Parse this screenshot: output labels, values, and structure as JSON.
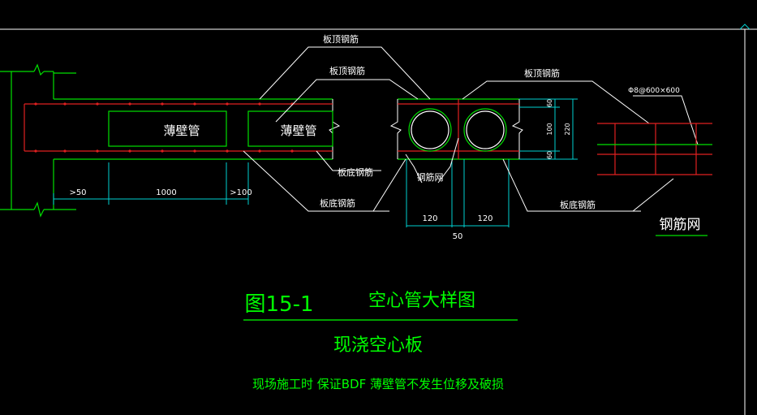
{
  "drawing": {
    "labels": {
      "top_rebar_outer": "板顶钢筋",
      "top_rebar_inner": "板顶钢筋",
      "top_rebar_right": "板顶钢筋",
      "mesh_spec": "Φ8@600×600",
      "bottom_rebar_inner": "板底钢筋",
      "bottom_rebar_outer": "板底钢筋",
      "bottom_rebar_right": "板底钢筋",
      "rebar_mesh_small": "钢筋网",
      "rebar_mesh_large": "钢筋网",
      "thin_pipe_1": "薄壁管",
      "thin_pipe_2": "薄壁管"
    },
    "dimensions": {
      "gap_left": ">50",
      "pipe_length": "1000",
      "gap_right": ">100",
      "pipe_dia_1": "120",
      "pipe_dia_2": "120",
      "pipe_gap": "50",
      "cover_top": "60",
      "core": "100",
      "total_height": "220",
      "cover_bottom": "60"
    }
  },
  "caption": {
    "figure_no": "图15-1",
    "title": "空心管大样图",
    "subtitle": "现浇空心板",
    "note": "现场施工时  保证BDF 薄壁管不发生位移及破损"
  },
  "colors": {
    "background": "#000000",
    "outline": "#00e000",
    "rebar": "#e02020",
    "dimension": "#00d0d0",
    "leader": "#ffffff",
    "text": "#ffffff",
    "caption": "#00ff00"
  }
}
